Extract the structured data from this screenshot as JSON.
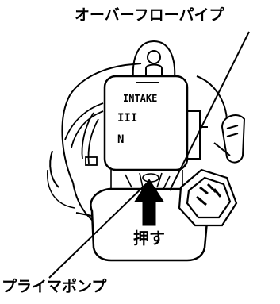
{
  "labels": {
    "overflow_pipe": "オーバーフローパイプ",
    "primer_pump": "プライマポンプ",
    "push": "押す"
  },
  "tank": {
    "intake": "INTAKE",
    "mark_full": "III",
    "mark_low": "N"
  }
}
